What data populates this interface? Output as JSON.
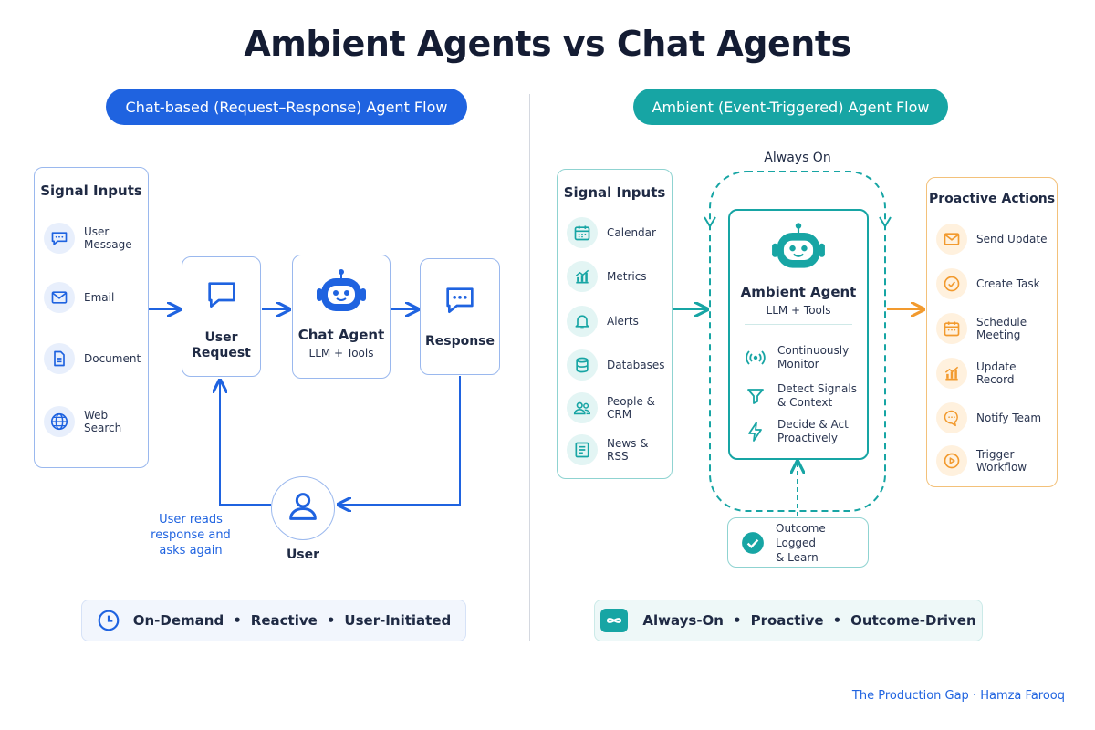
{
  "title": "Ambient Agents vs Chat Agents",
  "left": {
    "header": "Chat-based (Request–Response) Agent Flow",
    "signal_title": "Signal Inputs",
    "signals": [
      {
        "label": "User Message",
        "icon": "chat-bubble-icon"
      },
      {
        "label": "Email",
        "icon": "mail-icon"
      },
      {
        "label": "Document",
        "icon": "document-icon"
      },
      {
        "label": "Web Search",
        "icon": "globe-icon"
      }
    ],
    "user_request": [
      "User",
      "Request"
    ],
    "chat_agent": {
      "name": "Chat Agent",
      "sub": "LLM + Tools"
    },
    "response": "Response",
    "user": "User",
    "loop_note": [
      "User reads",
      "response and",
      "asks again"
    ],
    "footer": {
      "a": "On-Demand",
      "b": "Reactive",
      "c": "User-Initiated",
      "sep": "•"
    }
  },
  "right": {
    "header": "Ambient (Event-Triggered) Agent Flow",
    "always_on": "Always On",
    "signal_title": "Signal Inputs",
    "signals": [
      {
        "label": "Calendar",
        "icon": "calendar-icon"
      },
      {
        "label": "Metrics",
        "icon": "chart-icon"
      },
      {
        "label": "Alerts",
        "icon": "bell-icon"
      },
      {
        "label": "Databases",
        "icon": "database-icon"
      },
      {
        "label": "People & CRM",
        "icon": "people-icon"
      },
      {
        "label": "News & RSS",
        "icon": "news-icon"
      }
    ],
    "agent": {
      "name": "Ambient Agent",
      "sub": "LLM + Tools",
      "steps": [
        {
          "line1": "Continuously",
          "line2": "Monitor",
          "icon": "radar-icon"
        },
        {
          "line1": "Detect Signals",
          "line2": "& Context",
          "icon": "filter-icon"
        },
        {
          "line1": "Decide & Act",
          "line2": "Proactively",
          "icon": "lightning-icon"
        }
      ]
    },
    "actions_title": "Proactive Actions",
    "actions": [
      {
        "label": "Send Update",
        "icon": "mail-icon"
      },
      {
        "label": "Create Task",
        "icon": "check-circle-icon"
      },
      {
        "label": "Schedule Meeting",
        "icon": "calendar-icon"
      },
      {
        "label": "Update Record",
        "icon": "chart-icon"
      },
      {
        "label": "Notify Team",
        "icon": "chat-bubble-icon"
      },
      {
        "label": "Trigger Workflow",
        "icon": "play-icon"
      }
    ],
    "outcome": [
      "Outcome Logged",
      "& Learn"
    ],
    "footer": {
      "a": "Always-On",
      "b": "Proactive",
      "c": "Outcome-Driven",
      "sep": "•"
    }
  },
  "credit": "The Production Gap · Hamza Farooq",
  "colors": {
    "blue": "#1f63e0",
    "teal": "#17a5a4",
    "orange": "#f29a2e"
  }
}
